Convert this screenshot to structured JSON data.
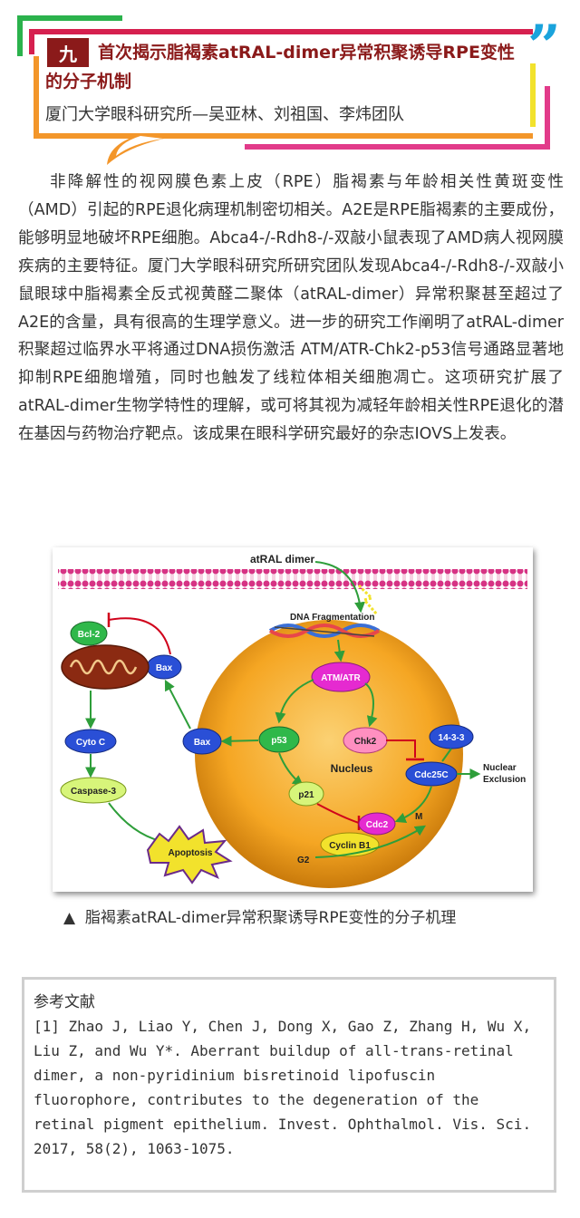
{
  "header": {
    "badge": "九",
    "title": "首次揭示脂褐素atRAL-dimer异常积聚诱导RPE变性的分子机制",
    "subtitle": "厦门大学眼科研究所—吴亚林、刘祖国、李炜团队",
    "quote_mark": "”"
  },
  "body": {
    "paragraph": "非降解性的视网膜色素上皮（RPE）脂褐素与年龄相关性黄斑变性（AMD）引起的RPE退化病理机制密切相关。A2E是RPE脂褐素的主要成份，能够明显地破坏RPE细胞。Abca4-/-Rdh8-/-双敲小鼠表现了AMD病人视网膜疾病的主要特征。厦门大学眼科研究所研究团队发现Abca4-/-Rdh8-/-双敲小鼠眼球中脂褐素全反式视黄醛二聚体（atRAL-dimer）异常积聚甚至超过了A2E的含量，具有很高的生理学意义。进一步的研究工作阐明了atRAL-dimer积聚超过临界水平将通过DNA损伤激活 ATM/ATR-Chk2-p53信号通路显著地抑制RPE细胞增殖，同时也触发了线粒体相关细胞凋亡。这项研究扩展了atRAL-dimer生物学特性的理解，或可将其视为减轻年龄相关性RPE退化的潜在基因与药物治疗靶点。该成果在眼科学研究最好的杂志IOVS上发表。"
  },
  "figure": {
    "labels": {
      "atral_dimer": "atRAL dimer",
      "dna_fragmentation": "DNA Fragmentation",
      "atm_atr": "ATM/ATR",
      "chk2": "Chk2",
      "p53": "p53",
      "bax_nucleus": "Bax",
      "bax_mito": "Bax",
      "bcl2": "Bcl-2",
      "cyto_c": "Cyto C",
      "caspase3": "Caspase-3",
      "apoptosis": "Apoptosis",
      "nucleus": "Nucleus",
      "cdc25c": "Cdc25C",
      "p21": "p21",
      "cdc2": "Cdc2",
      "cyclin_b1": "Cyclin B1",
      "g2": "G2",
      "m": "M",
      "protein_1433": "14-3-3",
      "nuclear": "Nuclear",
      "exclusion": "Exclusion"
    },
    "colors": {
      "nucleus": "#f5a623",
      "arrow": "#2e9e3a",
      "inhibit": "#d0021b",
      "membrane": "#d63384"
    },
    "caption_marker": "▲",
    "caption": "脂褐素atRAL-dimer异常积聚诱导RPE变性的分子机理"
  },
  "references": {
    "title": "参考文献",
    "text": "[1] Zhao J, Liao Y, Chen J, Dong X, Gao Z, Zhang H, Wu X, Liu Z, and Wu Y*. Aberrant buildup of all-trans-retinal dimer, a non-pyridinium bisretinoid lipofuscin fluorophore, contributes to the degeneration of the retinal pigment epithelium. Invest. Ophthalmol. Vis. Sci. 2017, 58(2), 1063-1075."
  }
}
